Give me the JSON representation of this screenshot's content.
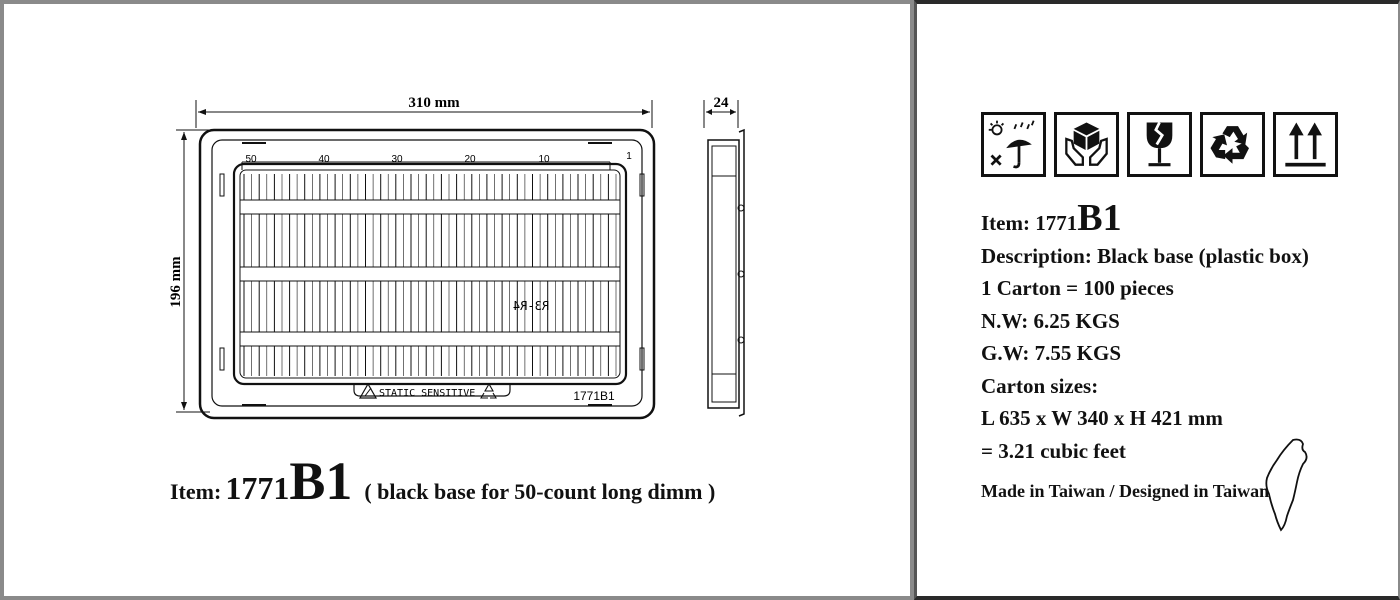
{
  "drawing": {
    "width_label": "310 mm",
    "height_label": "196 mm",
    "depth_label": "24",
    "ruler_labels": [
      "50",
      "40",
      "30",
      "20",
      "10",
      "1"
    ],
    "mold_text": "R3-R4",
    "static_label": "STATIC SENSITIVE",
    "part_code": "1771B1"
  },
  "caption": {
    "label": "Item:",
    "number": "1771",
    "suffix": "B1",
    "description": "( black base for 50-count long dimm )"
  },
  "labels_panel": {
    "icons": [
      "keep-dry-icon",
      "handle-with-care-icon",
      "fragile-icon",
      "recycle-icon",
      "this-way-up-icon"
    ],
    "item_label": "Item:",
    "item_number": "1771",
    "item_suffix": "B1",
    "description_label": "Description:",
    "description_value": "Black base (plastic box)",
    "carton_qty": "1 Carton = 100 pieces",
    "net_weight": "N.W: 6.25 KGS",
    "gross_weight": "G.W: 7.55 KGS",
    "carton_sizes_label": "Carton sizes:",
    "carton_dimensions": "L 635 x W 340 x H 421 mm",
    "carton_volume": "= 3.21 cubic feet",
    "origin": "Made in Taiwan / Designed in Taiwan"
  }
}
